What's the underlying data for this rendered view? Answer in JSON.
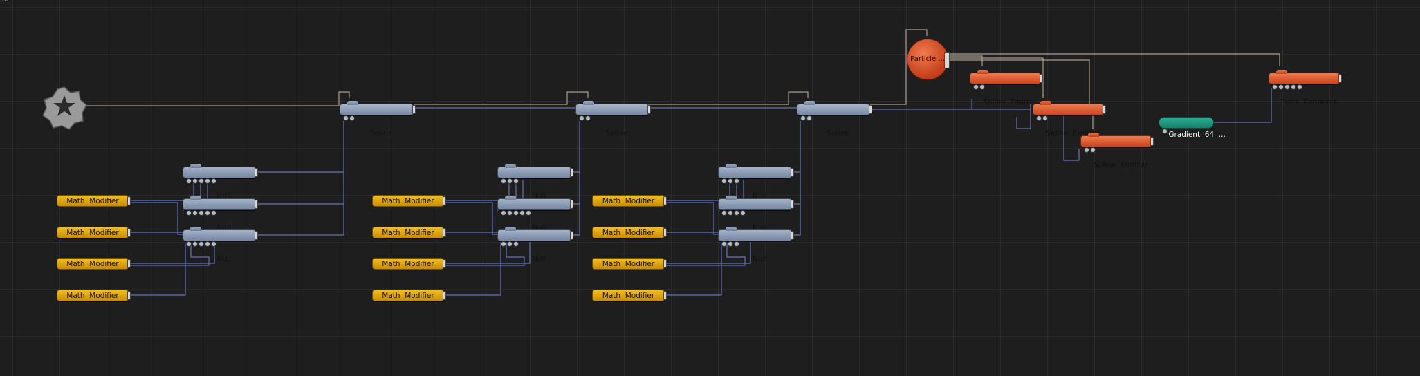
{
  "canvas": {
    "corner_text": "...."
  },
  "root": {
    "icon": "settings-gear-icon"
  },
  "math_label": "Math  Modifier",
  "null_label": "Null",
  "spline_label": "Spline",
  "groups": [
    {
      "splines": "Spline"
    },
    {
      "splines": "Spline"
    },
    {
      "splines": "Spline"
    }
  ],
  "particle": {
    "label": "Particle ..."
  },
  "emitters": [
    "Spline  Emitter",
    "Spline  Emitter",
    "Spline  Emitter"
  ],
  "renderer": {
    "label": "Point  Renderer"
  },
  "gradient": {
    "label": "Gradient  64  ..."
  },
  "colors": {
    "math": "#e7ac13",
    "null": "#8e9cb6",
    "emitter": "#e2603a",
    "gradient": "#22977f",
    "wire_blue": "#6672b8",
    "wire_beige": "#a99d86",
    "wire_cyan": "#6bb0c8"
  }
}
